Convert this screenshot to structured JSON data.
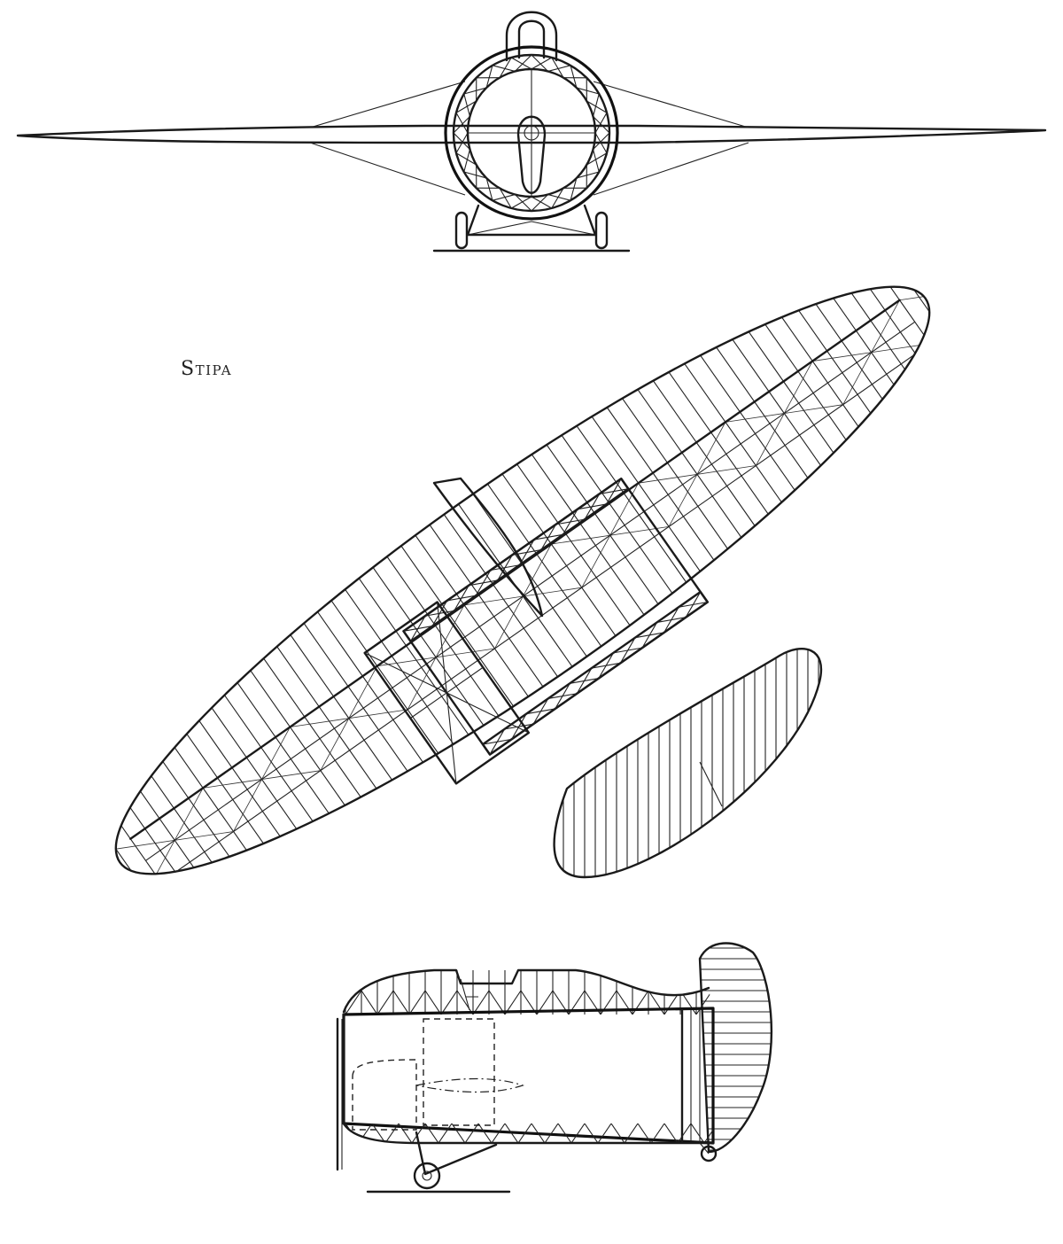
{
  "plate": {
    "label": "Stipa"
  },
  "views": [
    {
      "id": "front",
      "icon": "front-view-icon"
    },
    {
      "id": "plan",
      "icon": "plan-view-icon"
    },
    {
      "id": "side",
      "icon": "side-view-icon"
    }
  ]
}
